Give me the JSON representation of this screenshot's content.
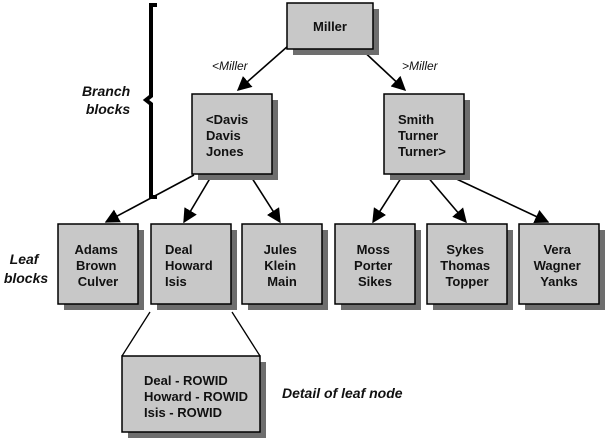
{
  "labels": {
    "branch": [
      "Branch",
      "blocks"
    ],
    "leaf": [
      "Leaf",
      "blocks"
    ],
    "detail": "Detail of leaf node"
  },
  "edge_labels": {
    "left": "<Miller",
    "right": ">Miller"
  },
  "root": {
    "lines": [
      "Miller"
    ]
  },
  "branches": [
    {
      "id": "branch-left",
      "lines": [
        "<Davis",
        "Davis",
        "Jones"
      ]
    },
    {
      "id": "branch-right",
      "lines": [
        "Smith",
        "Turner",
        "Turner>"
      ]
    }
  ],
  "leaves": [
    {
      "id": "leaf-1",
      "lines": [
        "Adams",
        "Brown",
        "Culver"
      ]
    },
    {
      "id": "leaf-2",
      "lines": [
        "Deal",
        "Howard",
        "Isis"
      ]
    },
    {
      "id": "leaf-3",
      "lines": [
        "Jules",
        "Klein",
        "Main"
      ]
    },
    {
      "id": "leaf-4",
      "lines": [
        "Moss",
        "Porter",
        "Sikes"
      ]
    },
    {
      "id": "leaf-5",
      "lines": [
        "Sykes",
        "Thomas",
        "Topper"
      ]
    },
    {
      "id": "leaf-6",
      "lines": [
        "Vera",
        "Wagner",
        "Yanks"
      ]
    }
  ],
  "detail_node": {
    "lines": [
      "Deal - ROWID",
      "Howard - ROWID",
      "Isis - ROWID"
    ]
  }
}
